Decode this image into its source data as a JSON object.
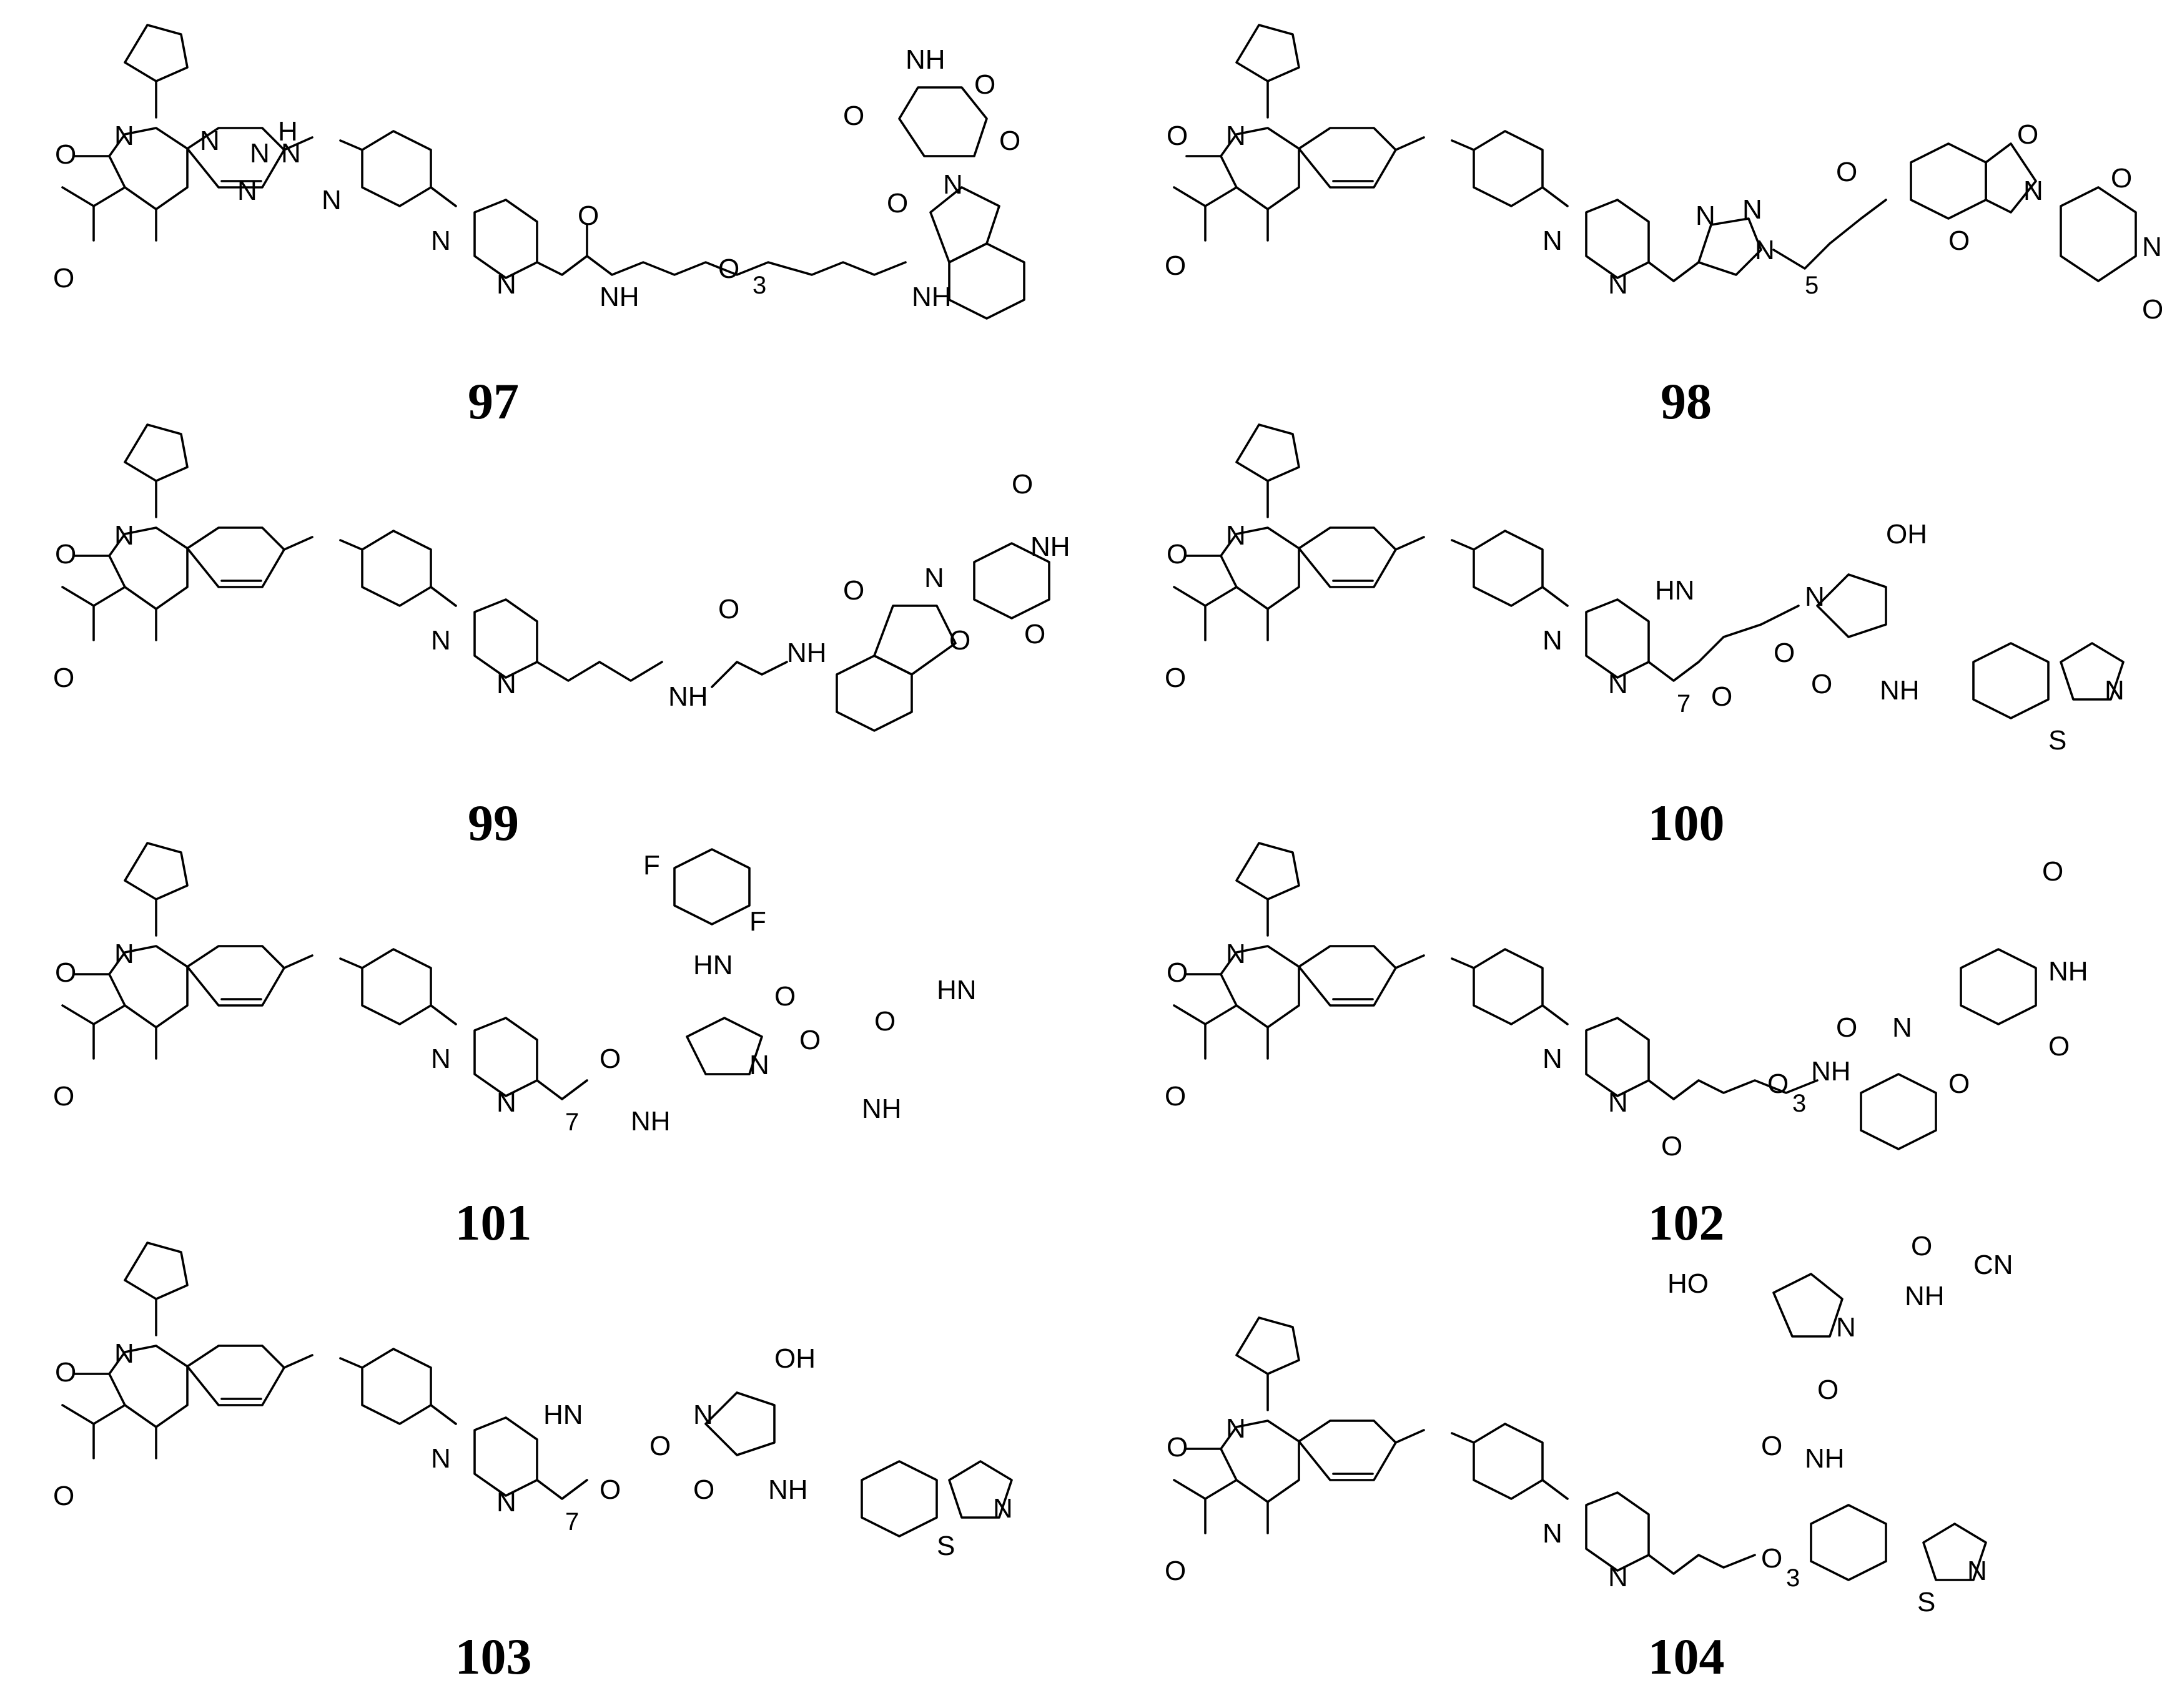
{
  "compounds": [
    {
      "id": "97",
      "repeat": "3",
      "alkyl_label": ""
    },
    {
      "id": "98",
      "repeat": "",
      "alkyl_label": "5"
    },
    {
      "id": "99",
      "repeat": "",
      "alkyl_label": ""
    },
    {
      "id": "100",
      "repeat": "",
      "alkyl_label": "7"
    },
    {
      "id": "101",
      "repeat": "",
      "alkyl_label": "7"
    },
    {
      "id": "102",
      "repeat": "3",
      "alkyl_label": ""
    },
    {
      "id": "103",
      "repeat": "",
      "alkyl_label": "7"
    },
    {
      "id": "104",
      "repeat": "3",
      "alkyl_label": ""
    }
  ],
  "atoms": {
    "O": "O",
    "N": "N",
    "H": "H",
    "NH": "NH",
    "HN": "HN",
    "S": "S",
    "F": "F",
    "OH": "OH",
    "HO": "HO",
    "CN": "CN",
    "HN_me": "HN"
  },
  "line_color": "#000000"
}
